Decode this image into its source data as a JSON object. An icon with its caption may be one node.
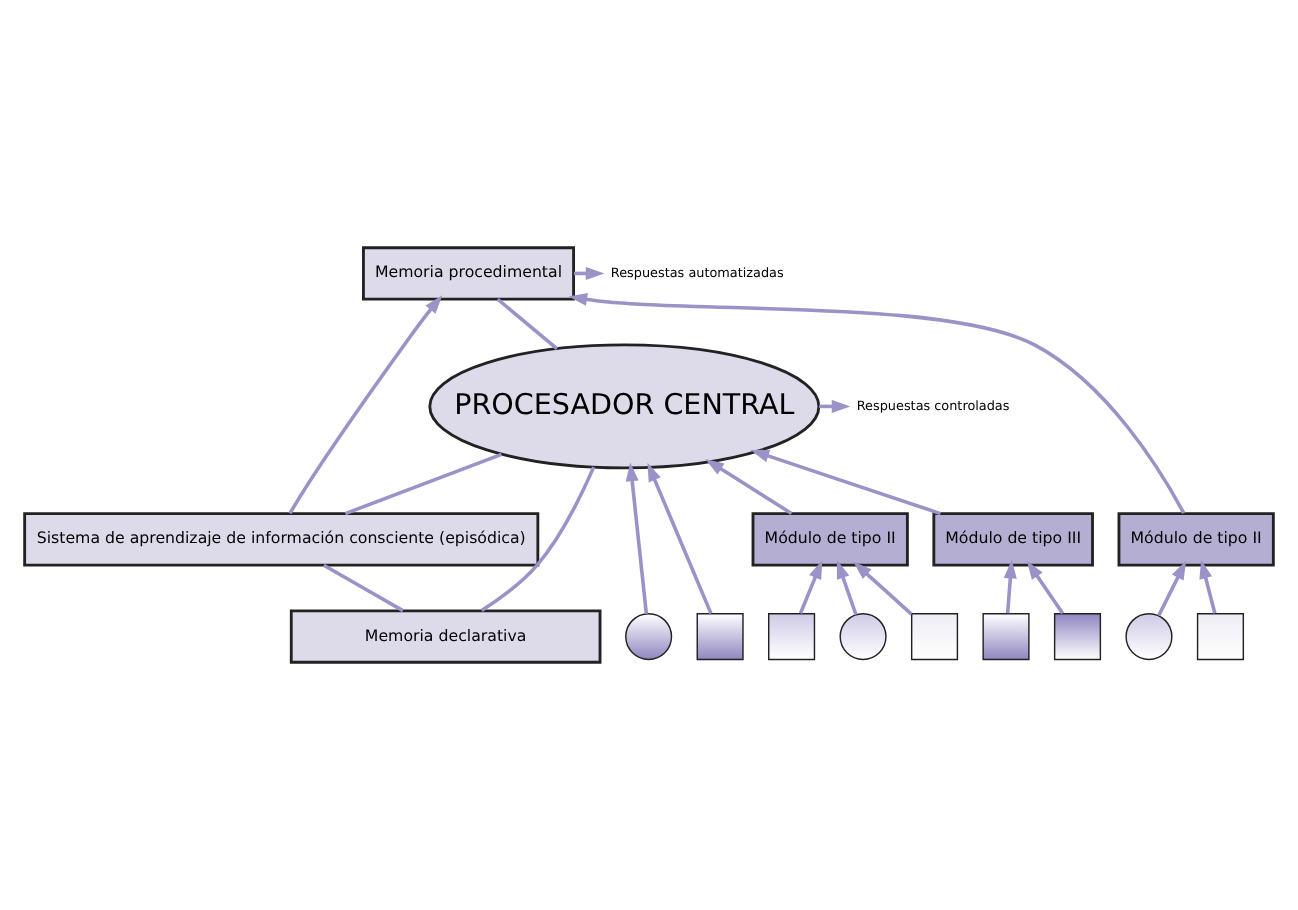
{
  "diagram": {
    "nodes": [
      {
        "text": [
          "Memoria declarativa"
        ]
      },
      {
        "text": [
          "Sistema de aprendizaje de información consciente (episódica)"
        ]
      },
      {
        "text": [
          "PROCESADOR CENTRAL"
        ]
      },
      {
        "text": [
          "Memoria procedimental"
        ]
      },
      {
        "text": [
          "Respuestas controladas"
        ]
      },
      {
        "text": [
          "Respuestas automatizadas"
        ]
      },
      {
        "text": [
          "Módulo de tipo III"
        ]
      },
      {
        "text": [
          "Módulo de tipo II"
        ]
      },
      {
        "text": [
          "Módulo de tipo II"
        ]
      },
      {
        "text": [],
        "shape": "circle"
      },
      {
        "text": [],
        "shape": "box"
      },
      {
        "text": [],
        "shape": "box"
      },
      {
        "text": [],
        "shape": "circle"
      },
      {
        "text": [],
        "shape": "box"
      },
      {
        "text": [],
        "shape": "box"
      },
      {
        "text": [],
        "shape": "box"
      },
      {
        "text": [],
        "shape": "circle"
      },
      {
        "text": [],
        "shape": "box"
      }
    ],
    "edges": [
      {
        "from": 0,
        "to": 2,
        "arrow": "none"
      },
      {
        "from": 0,
        "to": 1,
        "arrow": "none"
      },
      {
        "from": 1,
        "to": 2,
        "arrow": "none"
      },
      {
        "from": 1,
        "to": 3,
        "arrow": "to"
      },
      {
        "from": 2,
        "to": 3,
        "arrow": "none"
      },
      {
        "from": 2,
        "to": 4,
        "arrow": "to"
      },
      {
        "from": 3,
        "to": 5,
        "arrow": "to"
      },
      {
        "from": 9,
        "to": 2,
        "arrow": "to"
      },
      {
        "from": 10,
        "to": 2,
        "arrow": "to"
      },
      {
        "from": 7,
        "to": 2,
        "arrow": "to"
      },
      {
        "from": 6,
        "to": 2,
        "arrow": "to"
      },
      {
        "from": 8,
        "to": 3,
        "arrow": "to"
      },
      {
        "from": 11,
        "to": 7,
        "arrow": "to"
      },
      {
        "from": 12,
        "to": 7,
        "arrow": "to"
      },
      {
        "from": 13,
        "to": 7,
        "arrow": "to"
      },
      {
        "from": 14,
        "to": 6,
        "arrow": "to"
      },
      {
        "from": 15,
        "to": 6,
        "arrow": "to"
      },
      {
        "from": 16,
        "to": 8,
        "arrow": "to"
      },
      {
        "from": 17,
        "to": 8,
        "arrow": "to"
      }
    ]
  }
}
